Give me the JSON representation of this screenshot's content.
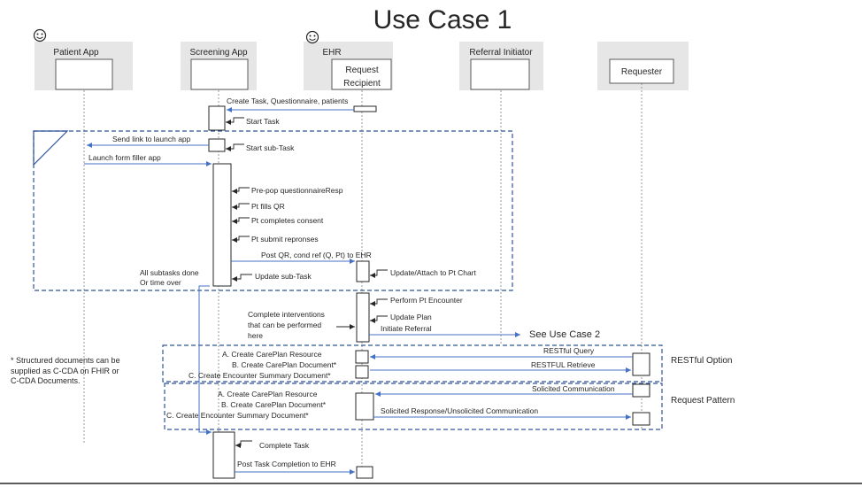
{
  "title": "Use Case 1",
  "actors": {
    "patient_app": "Patient App",
    "screening_app": "Screening App",
    "ehr": "EHR",
    "ehr_sub_1": "Request",
    "ehr_sub_2": "Recipient",
    "referral_initiator": "Referral Initiator",
    "requester": "Requester"
  },
  "messages": {
    "create_task": "Create Task, Questionnaire,  patients",
    "start_task": "Start Task",
    "send_link": "Send link to launch app",
    "start_subtask": "Start sub-Task",
    "launch_form": "Launch form filler app",
    "prepop": "Pre-pop questionnaireResp",
    "fills_qr": "Pt fills QR",
    "consent": "Pt completes consent",
    "submit": "Pt submit repronses",
    "post_qr": "Post QR, cond ref (Q, Pt) to EHR",
    "update_attach": "Update/Attach to Pt Chart",
    "subtasks_done_1": "All subtasks done",
    "subtasks_done_2": "Or time over",
    "update_subtask": "Update sub-Task",
    "perform_encounter": "Perform Pt Encounter",
    "interventions_1": "Complete interventions",
    "interventions_2": "that can be performed",
    "interventions_3": "here",
    "update_plan": "Update Plan",
    "initiate_referral": "Initiate Referral",
    "see_use_case_2": "See Use Case 2",
    "restful_a": "A.    Create CarePlan Resource",
    "restful_b": "B.    Create CarePlan Document*",
    "restful_c": "C.   Create Encounter Summary Document*",
    "restful_query": "RESTful Query",
    "restful_retrieve": "RESTFUL Retrieve",
    "restful_option": "RESTful Option",
    "request_a": "A.   Create CarePlan Resource",
    "request_b": "B.    Create CarePlan Document*",
    "request_c": "C.   Create Encounter Summary Document*",
    "solicited_comm": "Solicited Communication",
    "solicited_resp": "Solicited Response/Unsolicited Communication",
    "request_pattern": "Request Pattern",
    "complete_task": "Complete Task",
    "post_completion": "Post Task Completion to EHR"
  },
  "note": "* Structured documents can be supplied as C-CDA on FHIR or C-CDA Documents.",
  "colors": {
    "arrow": "#4472c4",
    "dash_box": "#2f5597",
    "actor_shade": "#e6e6e6"
  }
}
